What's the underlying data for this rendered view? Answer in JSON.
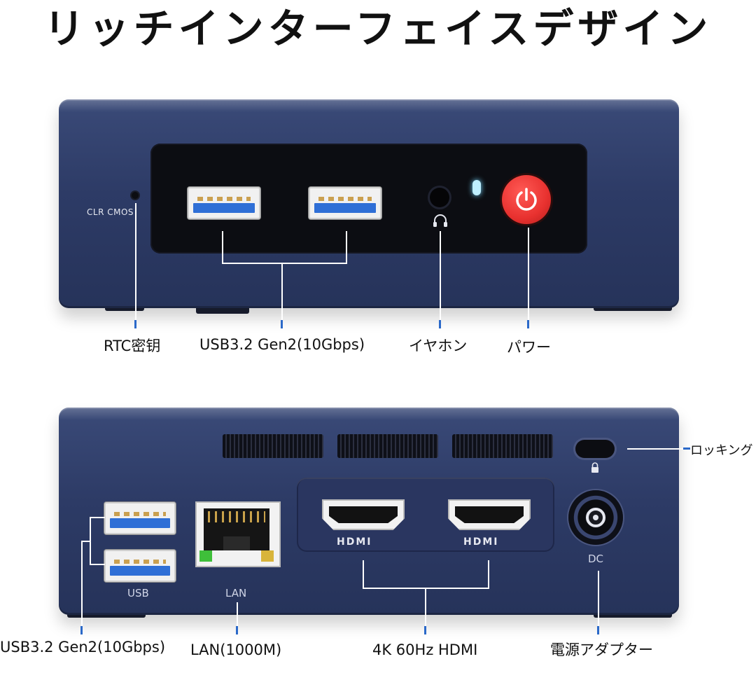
{
  "page": {
    "title": "リッチインターフェイスデザイン"
  },
  "front": {
    "device_label_clr": "CLR CMOS",
    "callouts": {
      "rtc": "RTC密钥",
      "usb": "USB3.2 Gen2(10Gbps)",
      "earphone": "イヤホン",
      "power": "パワー"
    }
  },
  "rear": {
    "device_labels": {
      "usb": "USB",
      "lan": "LAN",
      "dc": "DC",
      "hdmi_1": "HDMI",
      "hdmi_2": "HDMI"
    },
    "callouts": {
      "usb": "USB3.2 Gen2(10Gbps)",
      "lan": "LAN(1000M)",
      "hdmi": "4K 60Hz HDMI",
      "dc": "電源アダプター",
      "lock": "ロッキング"
    }
  },
  "colors": {
    "chassis": "#2d3b66",
    "power_button": "#e8312f",
    "usb_blue": "#2f6fd6",
    "callout_tick": "#2b69c9"
  },
  "icons": [
    "power-icon",
    "headphone-icon",
    "lock-icon",
    "led-indicator"
  ]
}
